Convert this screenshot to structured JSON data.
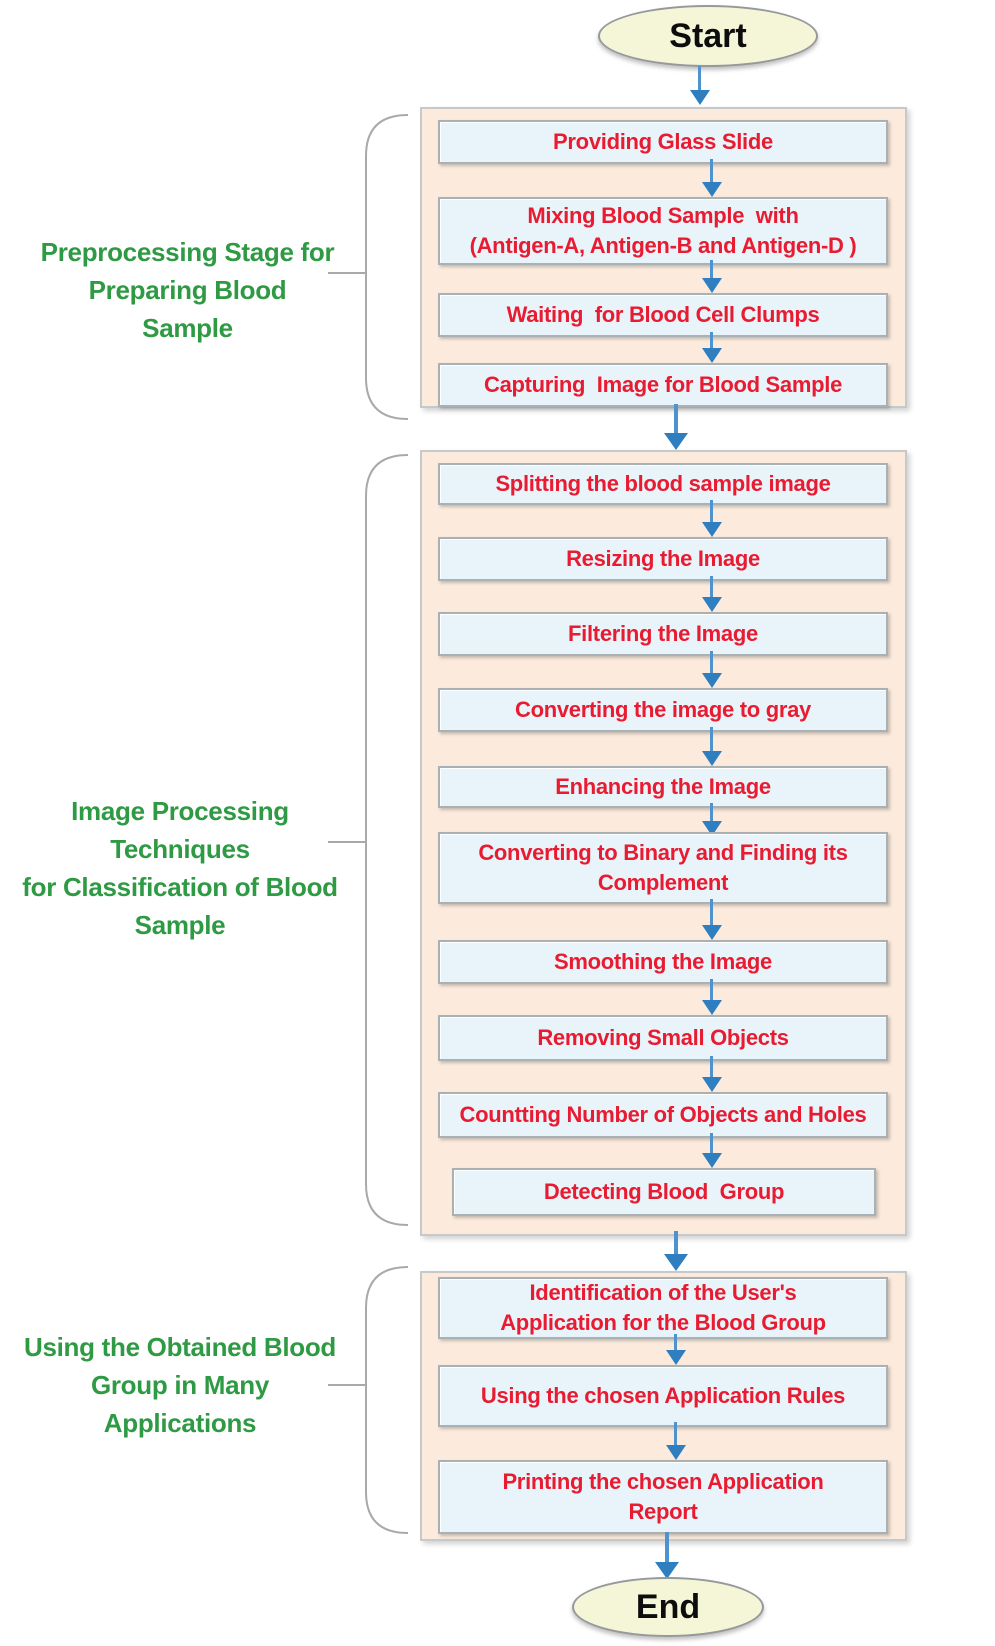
{
  "flowchart": {
    "start_label": "Start",
    "end_label": "End",
    "groups": [
      {
        "label": "Preprocessing Stage for\nPreparing Blood\nSample",
        "items": [
          "Providing Glass Slide",
          "Mixing Blood Sample  with\n(Antigen-A, Antigen-B and Antigen-D )",
          "Waiting  for Blood Cell Clumps",
          "Capturing  Image for Blood Sample"
        ]
      },
      {
        "label": "Image Processing\nTechniques\nfor Classification of Blood\nSample",
        "items": [
          "Splitting the blood sample image",
          "Resizing the Image",
          "Filtering the Image",
          "Converting the image to gray",
          "Enhancing the Image",
          "Converting to Binary and Finding its\nComplement",
          "Smoothing the Image",
          "Removing Small Objects",
          "Countting Number of Objects and Holes",
          "Detecting Blood  Group"
        ]
      },
      {
        "label": "Using the Obtained Blood\nGroup in Many\nApplications",
        "items": [
          "Identification of the User's\nApplication for the Blood Group",
          "Using the chosen Application Rules",
          "Printing the chosen Application\nReport"
        ]
      }
    ],
    "colors": {
      "box_text": "#e81b31",
      "group_label_text": "#2f9a44",
      "arrow": "#2f7fc0",
      "container_fill": "#fcebdd",
      "box_fill": "#e9f3fa",
      "terminal_fill": "#f5f5d8"
    }
  }
}
